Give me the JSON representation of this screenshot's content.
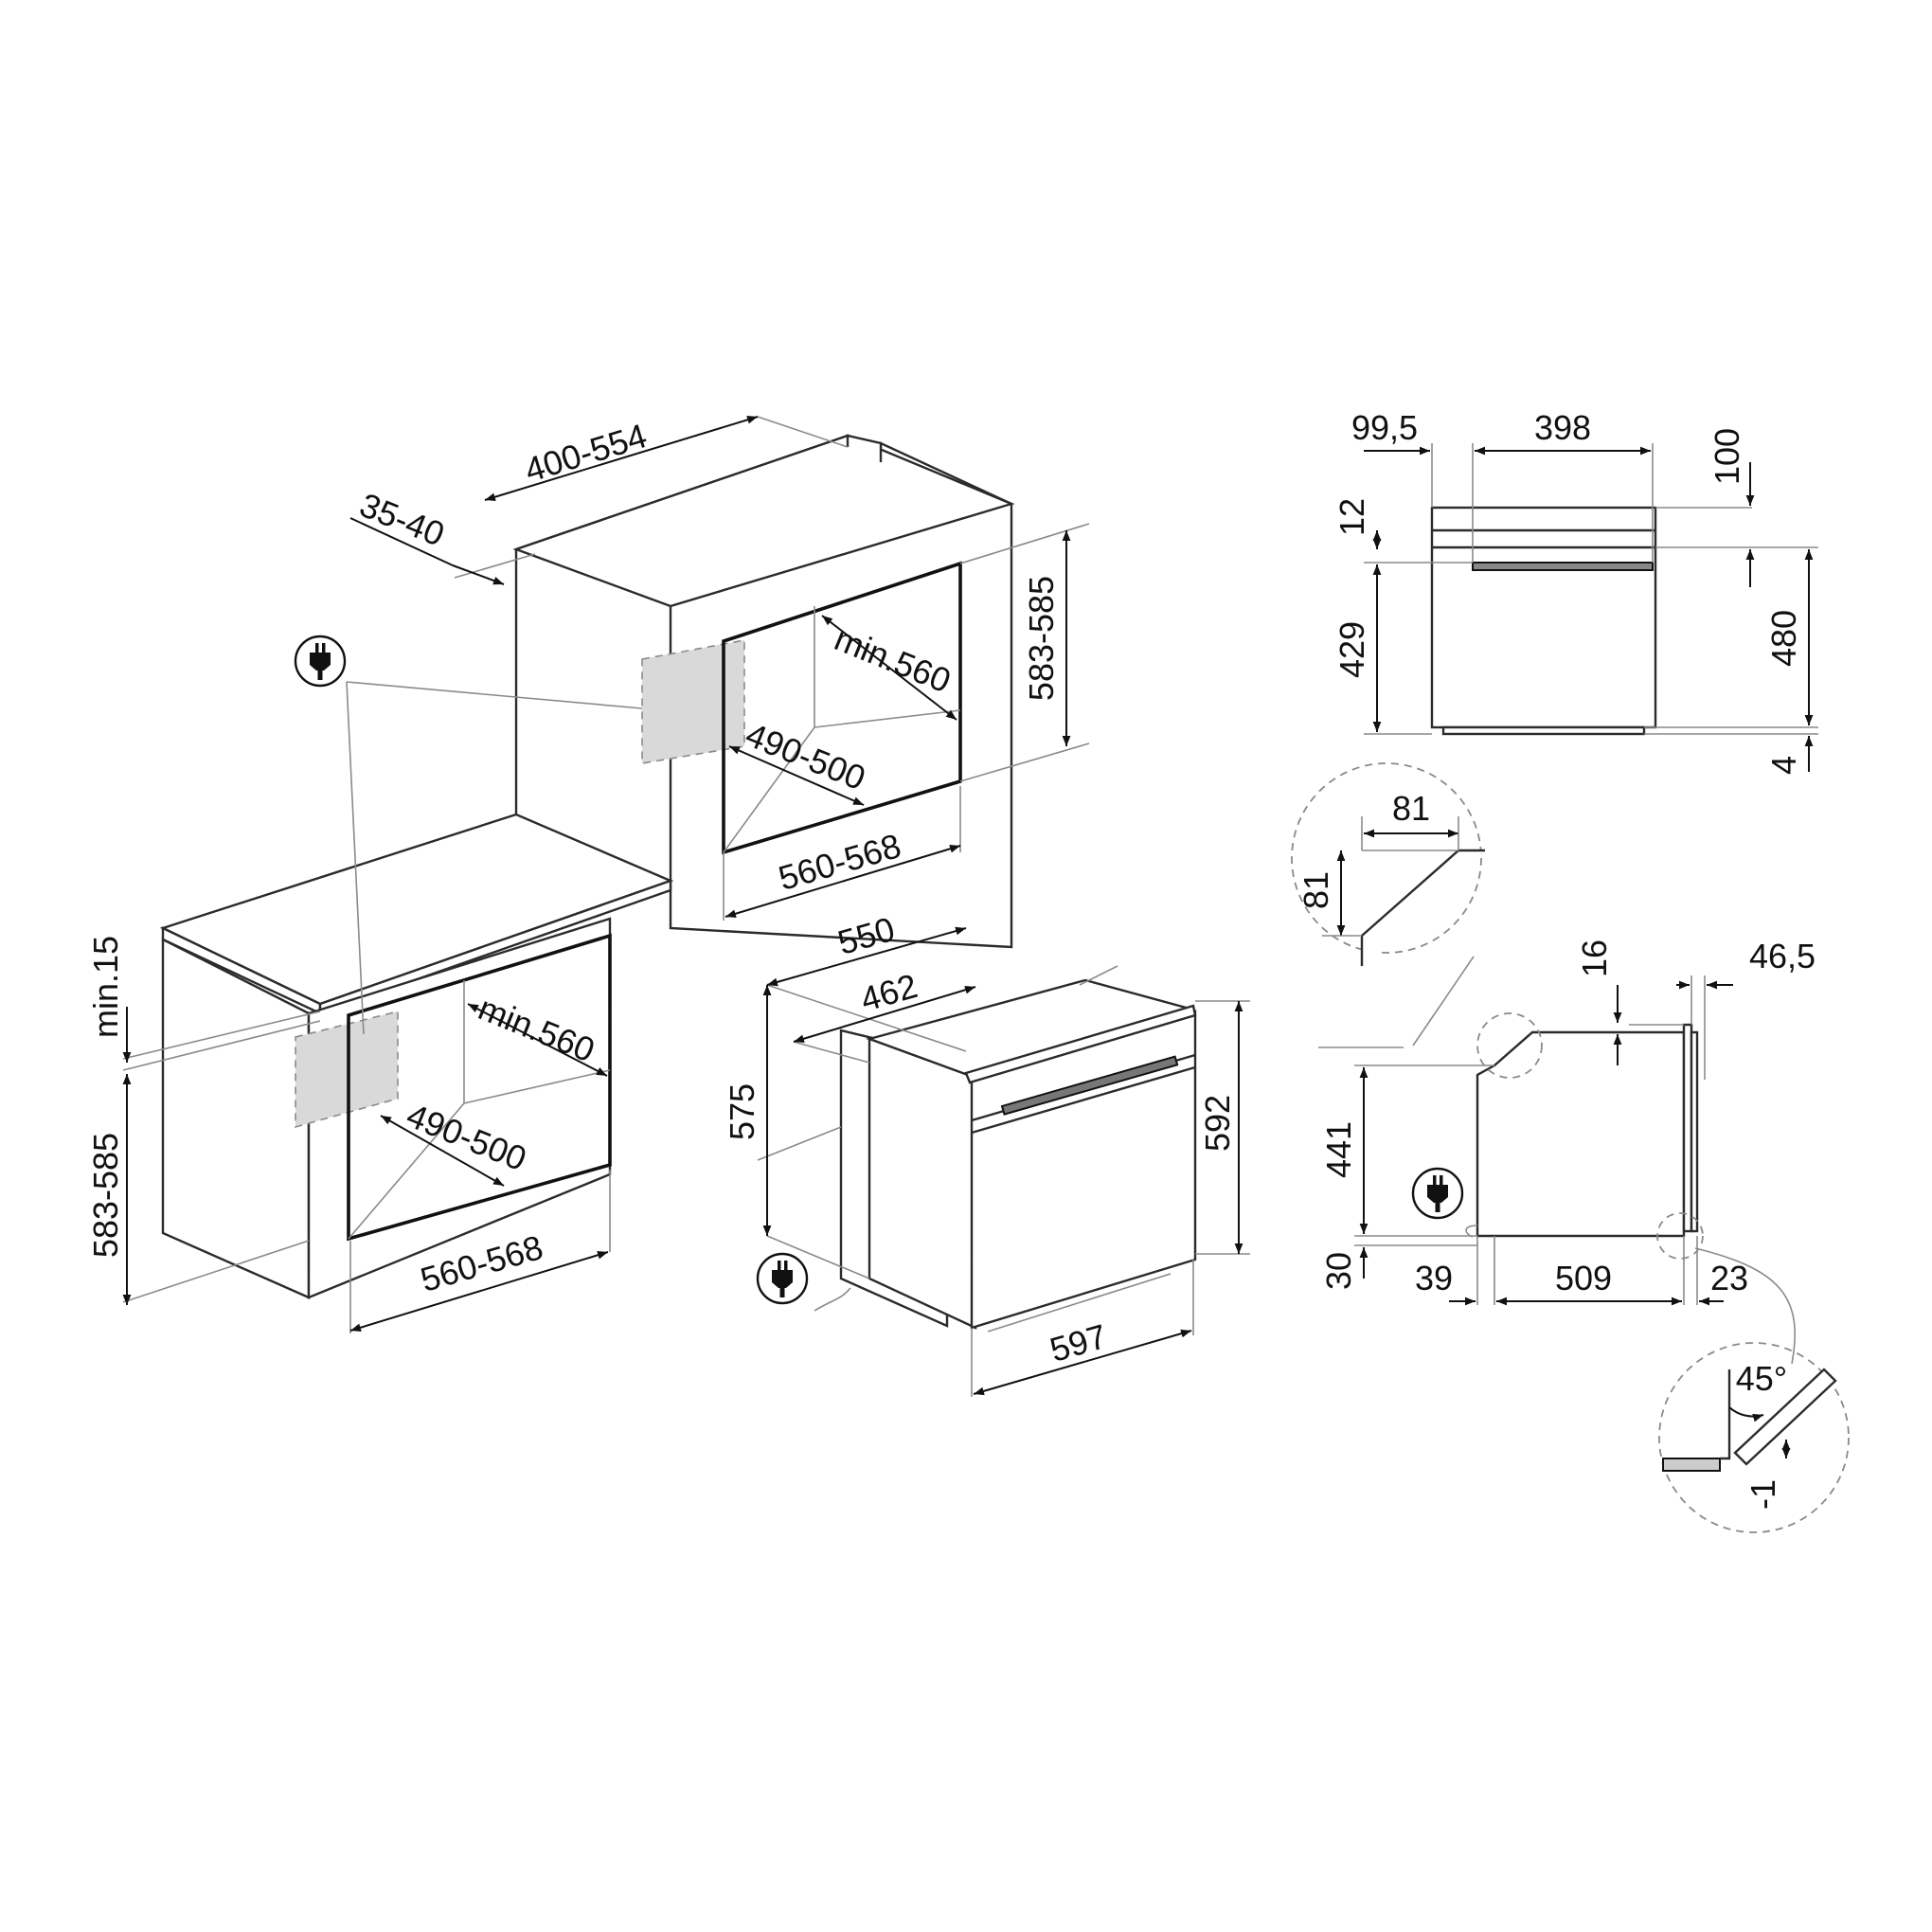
{
  "colors": {
    "ink": "#111111",
    "line": "#8a8a8a",
    "hatch": "#d9d9d9"
  },
  "icons": {
    "plug": "plug-icon"
  },
  "labels": {
    "column_width": "400-554",
    "column_offset": "35-40",
    "column_niche_height": "583-585",
    "column_niche_depth_min": "min.560",
    "column_niche_inner_depth": "490-500",
    "column_niche_width": "560-568",
    "counter_clearance": "min.15",
    "under_niche_height": "583-585",
    "under_niche_depth_min": "min.560",
    "under_niche_inner_depth": "490-500",
    "under_niche_width": "560-568",
    "oven_depth": "550",
    "oven_body_depth": "462",
    "oven_body_height": "575",
    "oven_front_height": "592",
    "oven_front_width": "597",
    "front_left_margin": "99,5",
    "front_handle_width": "398",
    "front_top": "100",
    "front_strip": "12",
    "front_door_height": "429",
    "front_height": "480",
    "front_bottom": "4",
    "detail_chamfer_w": "81",
    "detail_chamfer_h": "81",
    "side_top_offset": "16",
    "side_door_depth": "46,5",
    "side_height": "441",
    "side_bottom": "30",
    "side_back_offset": "39",
    "side_depth": "509",
    "side_front_offset": "23",
    "detail_angle": "45°",
    "detail_step": "-1"
  }
}
